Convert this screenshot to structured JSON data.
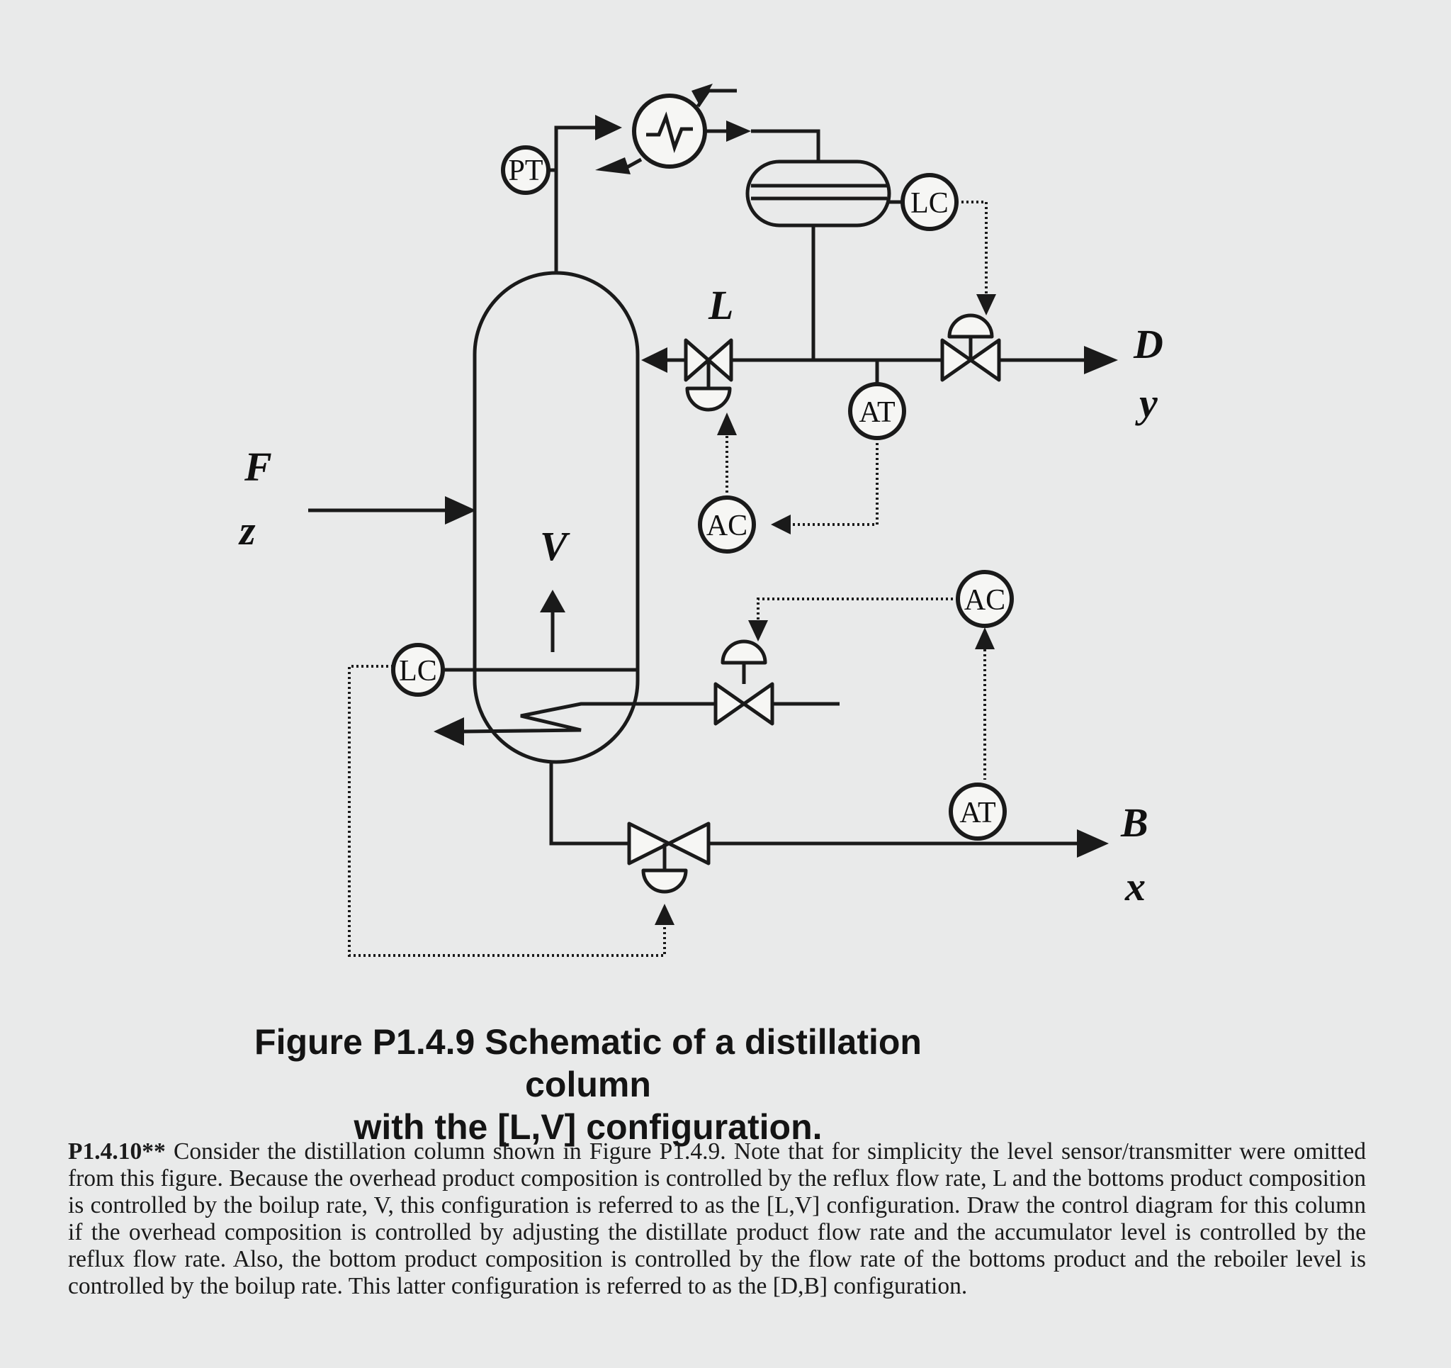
{
  "diagram": {
    "streams": {
      "feed": "F",
      "feed_comp": "z",
      "distillate": "D",
      "distillate_comp": "y",
      "bottoms": "B",
      "bottoms_comp": "x",
      "reflux": "L",
      "boilup": "V"
    },
    "instruments": {
      "pt": "PT",
      "lc_top": "LC",
      "at_top": "AT",
      "ac_top": "AC",
      "ac_bottom": "AC",
      "at_bottom": "AT",
      "lc_bottom": "LC"
    }
  },
  "caption": {
    "line1": "Figure P1.4.9 Schematic of a distillation column",
    "line2": "with the [L,V] configuration."
  },
  "problem": {
    "number": "P1.4.10**",
    "text": "Consider the distillation column shown in Figure P1.4.9. Note that for simplicity the level sensor/transmitter were omitted from this figure. Because the overhead product composition is controlled by the reflux flow rate, L and the bottoms product composition is controlled by the boilup rate, V, this configuration is referred to as the [L,V] configuration. Draw the control diagram for this column if the overhead composition is controlled by adjusting the distillate product flow rate and the accumulator level is controlled by the reflux flow rate. Also, the bottom product composition is controlled by the flow rate of the bottoms product and the reboiler level is controlled by the boilup rate. This latter configuration is referred to as the [D,B] configuration."
  }
}
